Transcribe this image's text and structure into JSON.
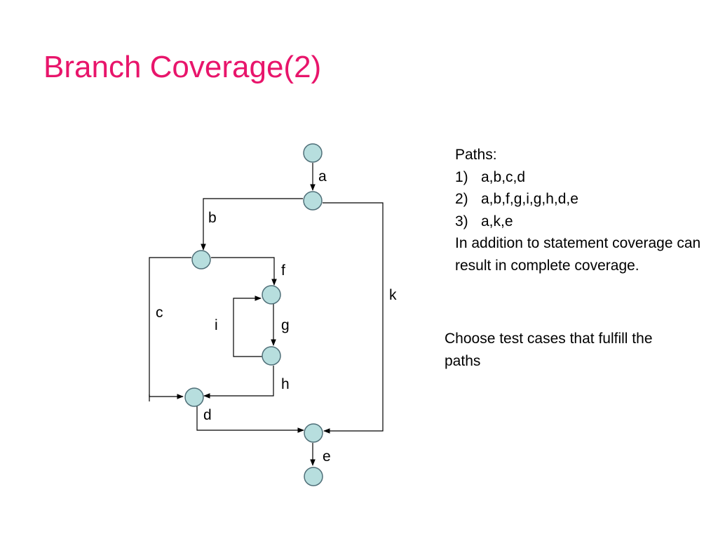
{
  "title": "Branch Coverage(2)",
  "colors": {
    "title": "#e8156b",
    "node_fill": "#b7dede",
    "node_stroke": "#4f6f78",
    "edge": "#000000"
  },
  "graph": {
    "edge_labels": {
      "a": "a",
      "b": "b",
      "c": "c",
      "d": "d",
      "e": "e",
      "f": "f",
      "g": "g",
      "h": "h",
      "i": "i",
      "k": "k"
    }
  },
  "paths": {
    "heading": "Paths:",
    "items": [
      {
        "number": "1)",
        "text": "a,b,c,d"
      },
      {
        "number": "2)",
        "text": "a,b,f,g,i,g,h,d,e"
      },
      {
        "number": "3)",
        "text": "a,k,e"
      }
    ],
    "note": "In addition to statement coverage can result in complete coverage."
  },
  "task": "Choose test cases that fulfill the paths"
}
